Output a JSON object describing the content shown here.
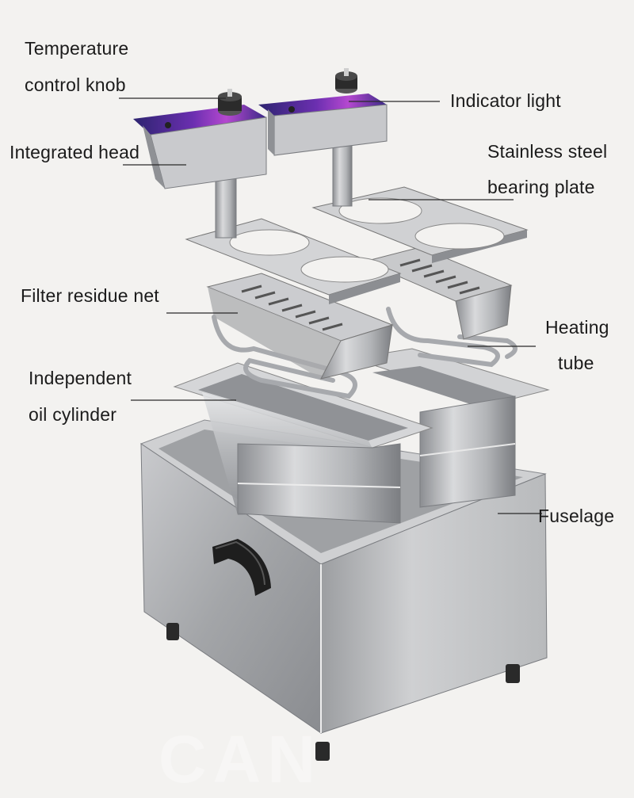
{
  "diagram": {
    "labels": {
      "temperature_knob_line1": "Temperature",
      "temperature_knob_line2": "control knob",
      "indicator_light": "Indicator light",
      "integrated_head": "Integrated head",
      "bearing_plate_line1": "Stainless steel",
      "bearing_plate_line2": "bearing plate",
      "filter_net": "Filter residue net",
      "heating_tube_line1": "Heating",
      "heating_tube_line2": "tube",
      "oil_cylinder_line1": "Independent",
      "oil_cylinder_line2": "oil cylinder",
      "fuselage": "Fuselage"
    },
    "watermark": "CAN",
    "colors": {
      "background": "#f3f2f0",
      "steel_light": "#d7d8da",
      "steel_mid": "#a9abae",
      "steel_dark": "#6e7074",
      "panel_purple": "#3b2a8a",
      "panel_magenta": "#a437c8",
      "rubber_black": "#1e1e1e",
      "leader_line": "#2a2a2a"
    }
  }
}
